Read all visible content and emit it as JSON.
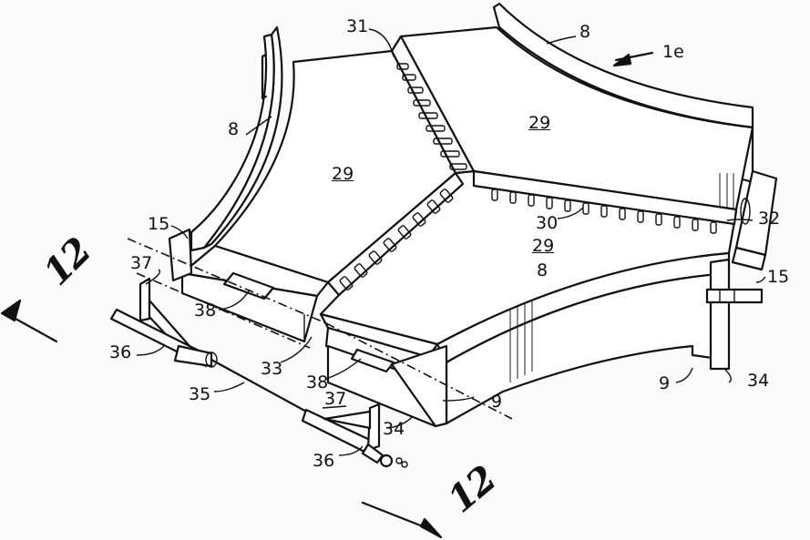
{
  "figure": {
    "labels": [
      {
        "id": "ref-31",
        "text": "31"
      },
      {
        "id": "ref-8-top",
        "text": "8"
      },
      {
        "id": "ref-1e",
        "text": "1e"
      },
      {
        "id": "ref-8-left",
        "text": "8"
      },
      {
        "id": "ref-29-left",
        "text": "29"
      },
      {
        "id": "ref-29-right",
        "text": "29"
      },
      {
        "id": "ref-15-left",
        "text": "15"
      },
      {
        "id": "ref-30",
        "text": "30"
      },
      {
        "id": "ref-32",
        "text": "32"
      },
      {
        "id": "ref-29-lower",
        "text": "29"
      },
      {
        "id": "ref-8-lower",
        "text": "8"
      },
      {
        "id": "ref-15-right",
        "text": "15"
      },
      {
        "id": "ref-37-left",
        "text": "37"
      },
      {
        "id": "ref-38-left",
        "text": "38"
      },
      {
        "id": "ref-36-left",
        "text": "36"
      },
      {
        "id": "ref-33",
        "text": "33"
      },
      {
        "id": "ref-38-mid",
        "text": "38"
      },
      {
        "id": "ref-9-mid",
        "text": "9"
      },
      {
        "id": "ref-9-right",
        "text": "9"
      },
      {
        "id": "ref-34-right",
        "text": "34"
      },
      {
        "id": "ref-35",
        "text": "35"
      },
      {
        "id": "ref-37-mid",
        "text": "37"
      },
      {
        "id": "ref-34-mid",
        "text": "34"
      },
      {
        "id": "ref-36-bottom",
        "text": "36"
      }
    ],
    "section_marks": [
      {
        "id": "section-12-left",
        "text": "12"
      },
      {
        "id": "section-12-bottom",
        "text": "12"
      }
    ]
  }
}
